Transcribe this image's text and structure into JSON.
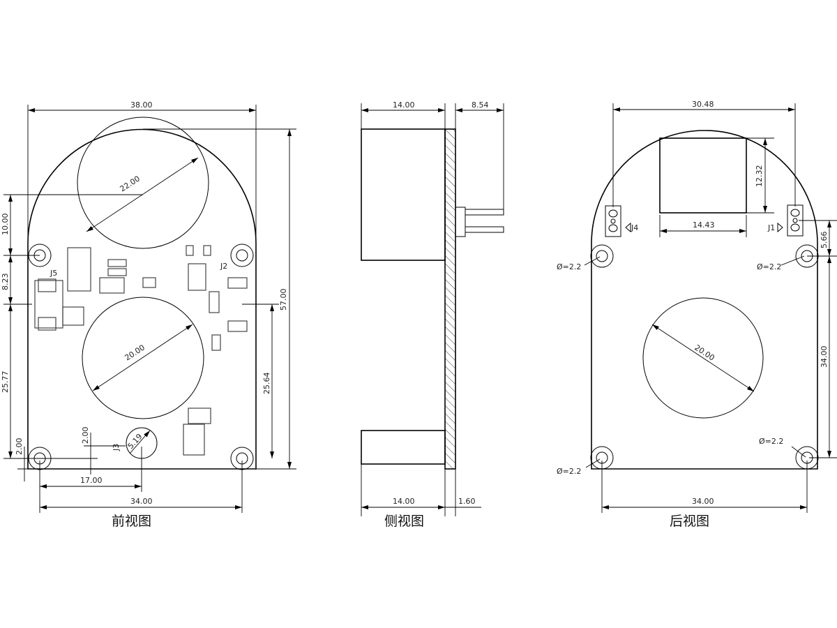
{
  "front": {
    "caption": "前视图",
    "dims": {
      "width": "38.00",
      "hole_span": "34.00",
      "d17": "17.00",
      "h57": "57.00",
      "h2564": "25.64",
      "h10": "10.00",
      "h823": "8.23",
      "h2577": "25.77",
      "h2a": "2.00",
      "h2b": "2.00",
      "dia22": "22.00",
      "dia20": "20.00",
      "dia519": "5.19"
    },
    "labels": {
      "j5": "J5",
      "j2": "J2",
      "j3": "J3"
    }
  },
  "side": {
    "caption": "侧视图",
    "dims": {
      "top14": "14.00",
      "pins": "8.54",
      "bot14": "14.00",
      "thick": "1.60"
    }
  },
  "back": {
    "caption": "后视图",
    "dims": {
      "top": "30.48",
      "rect_h": "12.32",
      "rect_w": "14.43",
      "h566": "5.66",
      "h34": "34.00",
      "w34": "34.00",
      "dia20": "20.00",
      "hole_tl": "Ø=2.2",
      "hole_tr": "Ø=2.2",
      "hole_bl": "Ø=2.2",
      "hole_br": "Ø=2.2"
    },
    "labels": {
      "j4": "J4",
      "j1": "J1"
    }
  }
}
